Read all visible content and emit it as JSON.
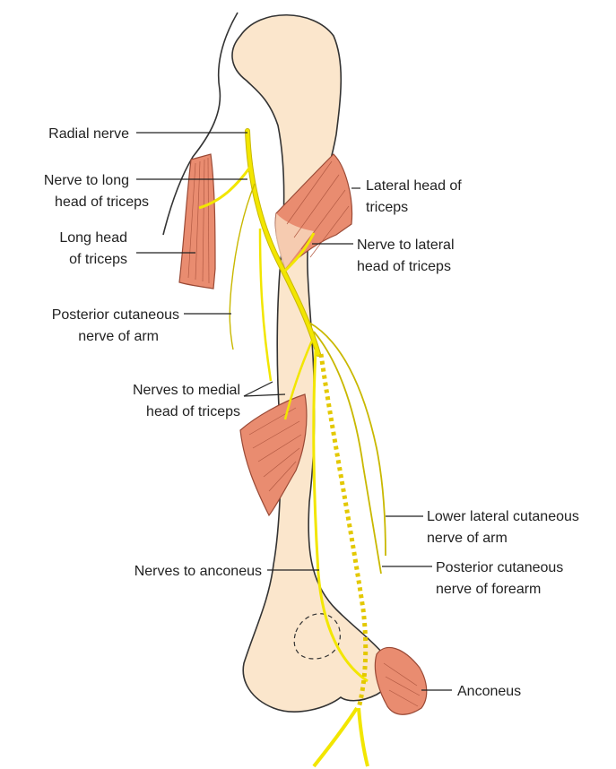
{
  "colors": {
    "bone_fill": "#fbe6cc",
    "bone_stroke": "#333333",
    "muscle_fill": "#e98c70",
    "muscle_stroke": "#9a4a36",
    "nerve": "#f2e600",
    "nerve_stroke": "#c9b800",
    "label_text": "#222222"
  },
  "labels": {
    "radial_nerve": "Radial nerve",
    "nerve_long_head_1": "Nerve to long",
    "nerve_long_head_2": "head of triceps",
    "long_head_1": "Long head",
    "long_head_2": "of triceps",
    "posterior_cut_arm_1": "Posterior cutaneous",
    "posterior_cut_arm_2": "nerve of arm",
    "medial_head_1": "Nerves to medial",
    "medial_head_2": "head of triceps",
    "anconeus_nerves": "Nerves to anconeus",
    "lateral_head_1": "Lateral head of",
    "lateral_head_2": "triceps",
    "nerve_lateral_1": "Nerve to lateral",
    "nerve_lateral_2": "head of triceps",
    "lower_lateral_1": "Lower lateral cutaneous",
    "lower_lateral_2": "nerve of arm",
    "posterior_forearm_1": "Posterior cutaneous",
    "posterior_forearm_2": "nerve of forearm",
    "anconeus": "Anconeus"
  }
}
